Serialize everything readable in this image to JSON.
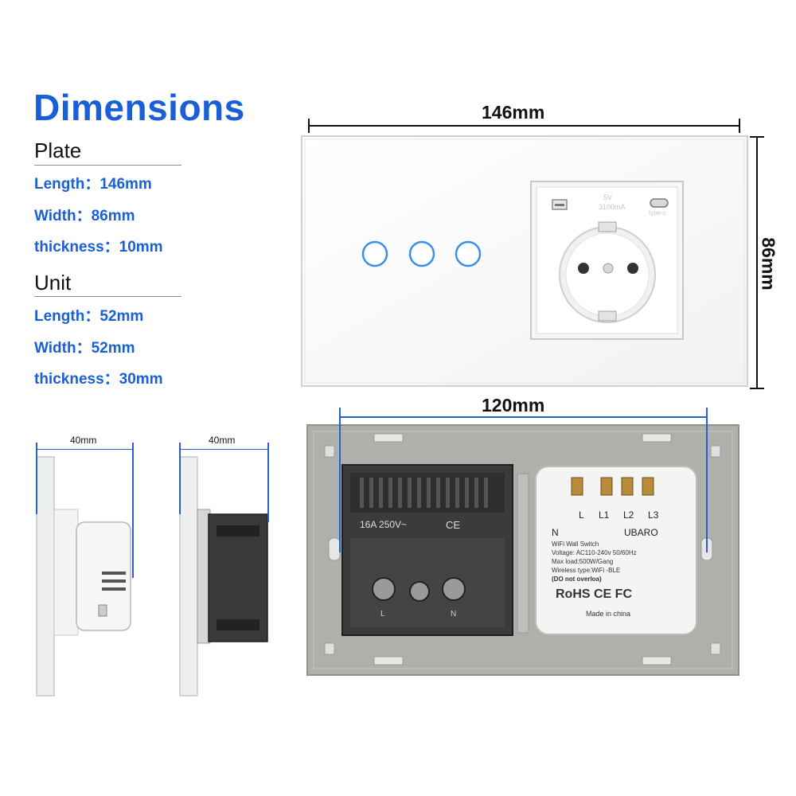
{
  "title": "Dimensions",
  "plate": {
    "heading": "Plate",
    "length": "Length：146mm",
    "width": "Width：86mm",
    "thickness": "thickness：10mm"
  },
  "unit": {
    "heading": "Unit",
    "length": "Length：52mm",
    "width": "Width：52mm",
    "thickness": "thickness：30mm"
  },
  "dimensions": {
    "plate_width": "146mm",
    "plate_height": "86mm",
    "back_width": "120mm",
    "side_left_depth": "40mm",
    "side_right_depth": "40mm"
  },
  "socket_labels": {
    "usb_a_rating": "5V",
    "usb_current": "3100mA",
    "usb_c": "type-c"
  },
  "back_labels": {
    "socket_rating": "16A 250V~",
    "ce": "CE",
    "terminal_l": "L",
    "terminal_n": "N",
    "module_terminals": [
      "L",
      "L1",
      "L2",
      "L3"
    ],
    "module_n": "N",
    "brand": "UBARO",
    "spec_lines": [
      "WiFi Wall Switch",
      "Voltage: AC110-240v 50/60Hz",
      "Max load:500W/Gang",
      "Wireless type:WiFi -BLE",
      "(DO not overloa)"
    ],
    "certs": "RoHS CE FC",
    "made_in": "Made in china"
  },
  "colors": {
    "accent": "#1a5fd6",
    "touch_ring": "#3a8fe8",
    "plate_gray": "#aeb0ab"
  }
}
